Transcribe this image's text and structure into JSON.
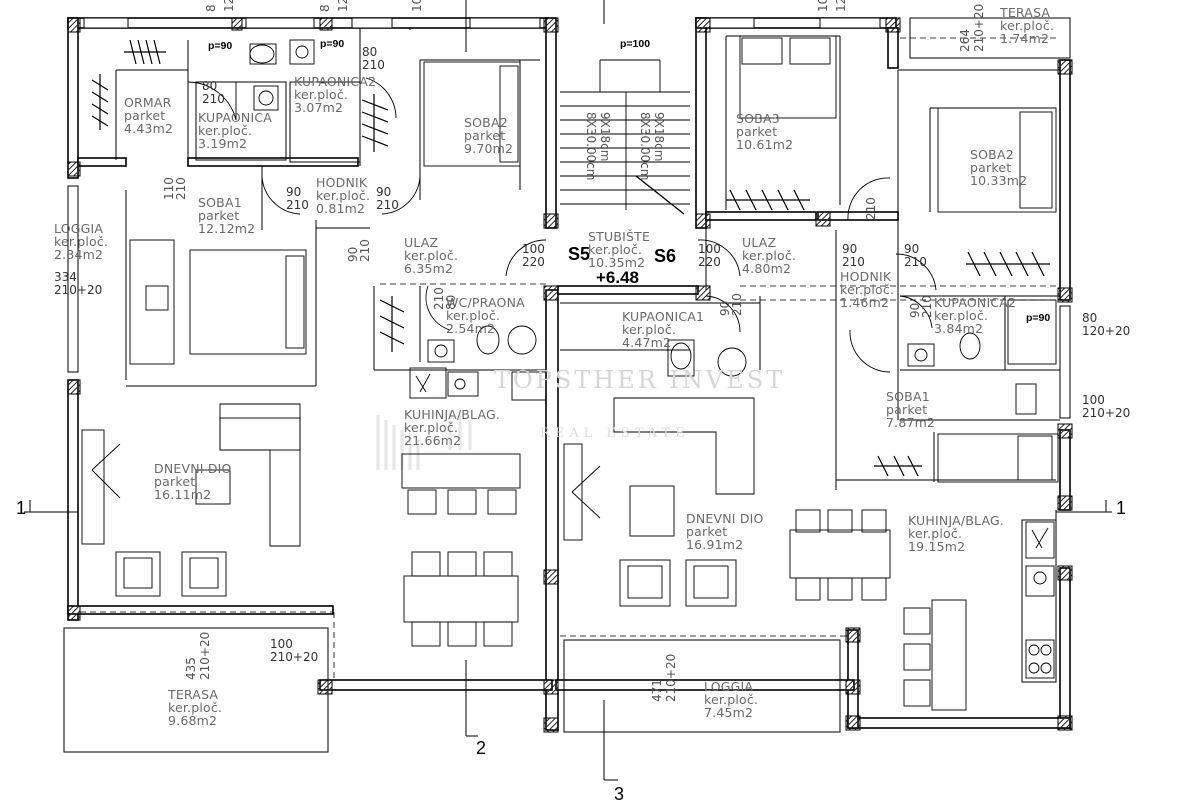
{
  "rooms": {
    "ormar": {
      "name": "ORMAR",
      "finish": "parket",
      "area": "4.43m2"
    },
    "kupaonica_left": {
      "name": "KUPAONICA",
      "finish": "ker.ploč.",
      "area": "3.19m2"
    },
    "kupaonica2_left": {
      "name": "KUPAONICA2",
      "finish": "ker.ploč.",
      "area": "3.07m2"
    },
    "soba2_left": {
      "name": "SOBA2",
      "finish": "parket",
      "area": "9.70m2"
    },
    "hodnik_left": {
      "name": "HODNIK",
      "finish": "ker.ploč.",
      "area": "0.81m2"
    },
    "soba1_left": {
      "name": "SOBA1",
      "finish": "parket",
      "area": "12.12m2"
    },
    "loggia_left": {
      "name": "LOGGIA",
      "finish": "ker.ploč.",
      "area": "2.34m2"
    },
    "ulaz_left": {
      "name": "ULAZ",
      "finish": "ker.ploč.",
      "area": "6.35m2"
    },
    "wc_praona": {
      "name": "WC/PRAONA",
      "finish": "ker.ploč.",
      "area": "2.54m2"
    },
    "kuhinja_left": {
      "name": "KUHINJA/BLAG.",
      "finish": "ker.ploč.",
      "area": "21.66m2"
    },
    "dnevni_left": {
      "name": "DNEVNI DIO",
      "finish": "parket",
      "area": "16.11m2"
    },
    "terasa_left": {
      "name": "TERASA",
      "finish": "ker.ploč.",
      "area": "9.68m2"
    },
    "stubiste": {
      "name": "STUBIŠTE",
      "finish": "ker.ploč.",
      "area": "10.35m2"
    },
    "soba3": {
      "name": "SOBA3",
      "finish": "parket",
      "area": "10.61m2"
    },
    "terasa_top": {
      "name": "TERASA",
      "finish": "ker.ploč.",
      "area": "1.74m2"
    },
    "soba2_right": {
      "name": "SOBA2",
      "finish": "parket",
      "area": "10.33m2"
    },
    "ulaz_right": {
      "name": "ULAZ",
      "finish": "ker.ploč.",
      "area": "4.80m2"
    },
    "hodnik_right": {
      "name": "HODNIK",
      "finish": "ker.ploč.",
      "area": "1.46m2"
    },
    "kupaonica2_right": {
      "name": "KUPAONICA2",
      "finish": "ker.ploč.",
      "area": "3.84m2"
    },
    "kupaonica1": {
      "name": "KUPAONICA1",
      "finish": "ker.ploč.",
      "area": "4.47m2"
    },
    "soba1_right": {
      "name": "SOBA1",
      "finish": "parket",
      "area": "7.87m2"
    },
    "dnevni_right": {
      "name": "DNEVNI DIO",
      "finish": "parket",
      "area": "16.91m2"
    },
    "kuhinja_right": {
      "name": "KUHINJA/BLAG.",
      "finish": "ker.ploč.",
      "area": "19.15m2"
    },
    "loggia_right": {
      "name": "LOGGIA",
      "finish": "ker.ploč.",
      "area": "7.45m2"
    }
  },
  "labels": {
    "s5": "S5",
    "s6": "S6",
    "level": "+6.48",
    "p90_a": "p=90",
    "p90_b": "p=90",
    "p100": "p=100",
    "p90_c": "p=90"
  },
  "stairs": {
    "left": [
      "9X18cm",
      "8X30.00cm"
    ],
    "right": [
      "9X18cm",
      "8X30.00cm"
    ]
  },
  "sections": {
    "one_left": "1",
    "one_right": "1",
    "two": "2",
    "three": "3"
  },
  "dims": {
    "d80_210_a": [
      "80",
      "210"
    ],
    "d80_210_b": [
      "80",
      "210"
    ],
    "d90_210_a": [
      "90",
      "210"
    ],
    "d90_210_b": [
      "90",
      "210"
    ],
    "d100_220_a": [
      "100",
      "220"
    ],
    "d100_220_b": [
      "100",
      "220"
    ],
    "d90_210_c": [
      "90",
      "210"
    ],
    "d90_210_d": [
      "90",
      "210"
    ],
    "d334": [
      "334",
      "210+20"
    ],
    "d80_120": [
      "80",
      "120+20"
    ],
    "d100_210_right": [
      "100",
      "210+20"
    ],
    "d100_210_terasa": [
      "100",
      "210+20"
    ],
    "v110": "110",
    "v210_a": "210",
    "v210_b": "210",
    "v90": "90",
    "v80": "80",
    "v90b": "90",
    "v210_c": "210",
    "v210_d": "210",
    "v210_e": "210",
    "v90c": "90",
    "v210_f": "210",
    "v435": "435",
    "v435b": "210+20",
    "v471": "471",
    "v471b": "210+20",
    "v264": "264",
    "v264b": "210+20",
    "top_a": "8",
    "top_b": "12",
    "top_c": "8",
    "top_d": "12",
    "top_e": "10",
    "top_f": "10",
    "top_g": "12"
  },
  "watermark": {
    "line1": "TOPSTHER INVEST",
    "line2": "REAL ESTATE"
  }
}
